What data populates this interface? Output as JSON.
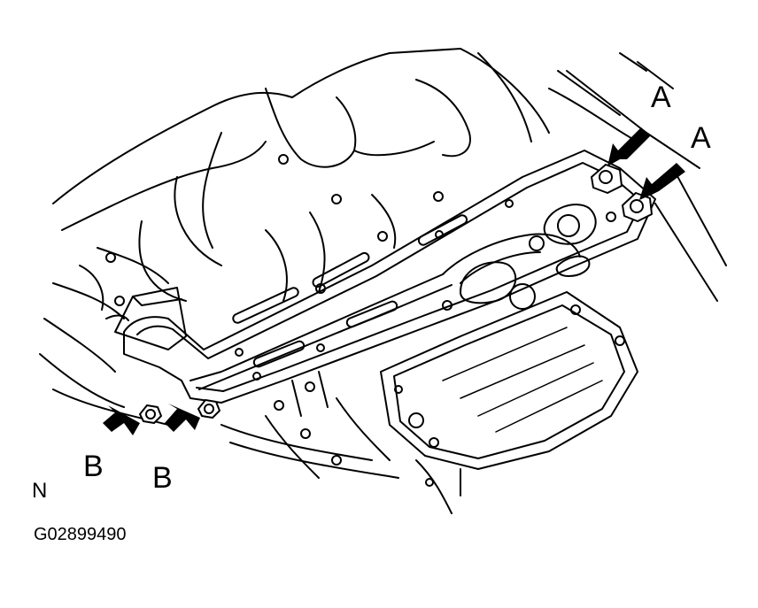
{
  "callouts": {
    "a_upper": "A",
    "a_lower": "A",
    "b_left": "B",
    "b_right": "B"
  },
  "view_letter": "N",
  "figure_code": "G02899490"
}
